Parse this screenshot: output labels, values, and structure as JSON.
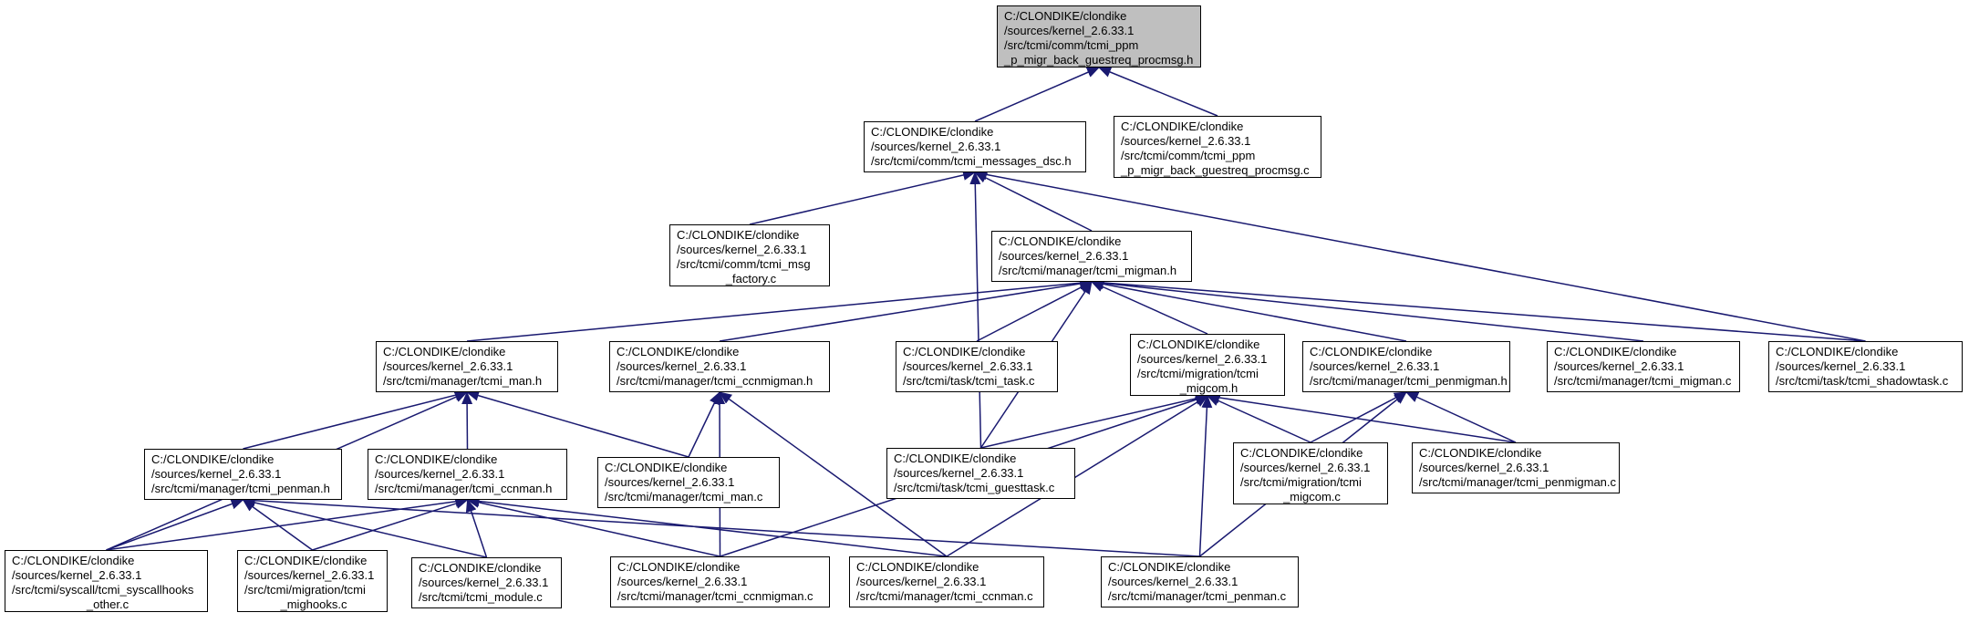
{
  "title": "",
  "colors": {
    "edge": "#191970",
    "root_fill": "#bfbfbf",
    "node_fill": "#ffffff",
    "border": "#000000"
  },
  "nodes": [
    {
      "id": "n0",
      "name": "node-tcmi-ppm-p-migr-back-guestreq-procmsg-h",
      "root": true,
      "lines": [
        "C:/CLONDIKE/clondike",
        "/sources/kernel_2.6.33.1",
        "/src/tcmi/comm/tcmi_ppm",
        "_p_migr_back_guestreq_procmsg.h"
      ]
    },
    {
      "id": "n1",
      "name": "node-tcmi-messages-dsc-h",
      "lines": [
        "C:/CLONDIKE/clondike",
        "/sources/kernel_2.6.33.1",
        "/src/tcmi/comm/tcmi_messages_dsc.h"
      ]
    },
    {
      "id": "n2",
      "name": "node-tcmi-ppm-p-migr-back-guestreq-procmsg-c",
      "lines": [
        "C:/CLONDIKE/clondike",
        "/sources/kernel_2.6.33.1",
        "/src/tcmi/comm/tcmi_ppm",
        "_p_migr_back_guestreq_procmsg.c"
      ]
    },
    {
      "id": "n3",
      "name": "node-tcmi-msg-factory-c",
      "lines": [
        "C:/CLONDIKE/clondike",
        "/sources/kernel_2.6.33.1",
        "/src/tcmi/comm/tcmi_msg",
        "_factory.c"
      ],
      "center_last": true
    },
    {
      "id": "n4",
      "name": "node-tcmi-migman-h",
      "lines": [
        "C:/CLONDIKE/clondike",
        "/sources/kernel_2.6.33.1",
        "/src/tcmi/manager/tcmi_migman.h"
      ]
    },
    {
      "id": "n5",
      "name": "node-tcmi-man-h",
      "lines": [
        "C:/CLONDIKE/clondike",
        "/sources/kernel_2.6.33.1",
        "/src/tcmi/manager/tcmi_man.h"
      ]
    },
    {
      "id": "n6",
      "name": "node-tcmi-ccnmigman-h",
      "lines": [
        "C:/CLONDIKE/clondike",
        "/sources/kernel_2.6.33.1",
        "/src/tcmi/manager/tcmi_ccnmigman.h"
      ]
    },
    {
      "id": "n7",
      "name": "node-tcmi-task-c",
      "lines": [
        "C:/CLONDIKE/clondike",
        "/sources/kernel_2.6.33.1",
        "/src/tcmi/task/tcmi_task.c"
      ]
    },
    {
      "id": "n8",
      "name": "node-tcmi-migcom-h",
      "lines": [
        "C:/CLONDIKE/clondike",
        "/sources/kernel_2.6.33.1",
        "/src/tcmi/migration/tcmi",
        "_migcom.h"
      ],
      "center_last": true
    },
    {
      "id": "n9",
      "name": "node-tcmi-penmigman-h",
      "lines": [
        "C:/CLONDIKE/clondike",
        "/sources/kernel_2.6.33.1",
        "/src/tcmi/manager/tcmi_penmigman.h"
      ]
    },
    {
      "id": "n10",
      "name": "node-tcmi-migman-c",
      "lines": [
        "C:/CLONDIKE/clondike",
        "/sources/kernel_2.6.33.1",
        "/src/tcmi/manager/tcmi_migman.c"
      ]
    },
    {
      "id": "n11",
      "name": "node-tcmi-shadowtask-c",
      "lines": [
        "C:/CLONDIKE/clondike",
        "/sources/kernel_2.6.33.1",
        "/src/tcmi/task/tcmi_shadowtask.c"
      ]
    },
    {
      "id": "n12",
      "name": "node-tcmi-penman-h",
      "lines": [
        "C:/CLONDIKE/clondike",
        "/sources/kernel_2.6.33.1",
        "/src/tcmi/manager/tcmi_penman.h"
      ]
    },
    {
      "id": "n13",
      "name": "node-tcmi-ccnman-h",
      "lines": [
        "C:/CLONDIKE/clondike",
        "/sources/kernel_2.6.33.1",
        "/src/tcmi/manager/tcmi_ccnman.h"
      ]
    },
    {
      "id": "n14",
      "name": "node-tcmi-man-c",
      "lines": [
        "C:/CLONDIKE/clondike",
        "/sources/kernel_2.6.33.1",
        "/src/tcmi/manager/tcmi_man.c"
      ]
    },
    {
      "id": "n15",
      "name": "node-tcmi-guesttask-c",
      "lines": [
        "C:/CLONDIKE/clondike",
        "/sources/kernel_2.6.33.1",
        "/src/tcmi/task/tcmi_guesttask.c"
      ]
    },
    {
      "id": "n16",
      "name": "node-tcmi-migcom-c",
      "lines": [
        "C:/CLONDIKE/clondike",
        "/sources/kernel_2.6.33.1",
        "/src/tcmi/migration/tcmi",
        "_migcom.c"
      ],
      "center_last": true
    },
    {
      "id": "n17",
      "name": "node-tcmi-penmigman-c",
      "lines": [
        "C:/CLONDIKE/clondike",
        "/sources/kernel_2.6.33.1",
        "/src/tcmi/manager/tcmi_penmigman.c"
      ]
    },
    {
      "id": "n18",
      "name": "node-tcmi-syscallhooks-other-c",
      "lines": [
        "C:/CLONDIKE/clondike",
        "/sources/kernel_2.6.33.1",
        "/src/tcmi/syscall/tcmi_syscallhooks",
        "_other.c"
      ],
      "center_last": true
    },
    {
      "id": "n19",
      "name": "node-tcmi-mighooks-c",
      "lines": [
        "C:/CLONDIKE/clondike",
        "/sources/kernel_2.6.33.1",
        "/src/tcmi/migration/tcmi",
        "_mighooks.c"
      ],
      "center_last": true
    },
    {
      "id": "n20",
      "name": "node-tcmi-module-c",
      "lines": [
        "C:/CLONDIKE/clondike",
        "/sources/kernel_2.6.33.1",
        "/src/tcmi/tcmi_module.c"
      ]
    },
    {
      "id": "n21",
      "name": "node-tcmi-ccnmigman-c",
      "lines": [
        "C:/CLONDIKE/clondike",
        "/sources/kernel_2.6.33.1",
        "/src/tcmi/manager/tcmi_ccnmigman.c"
      ]
    },
    {
      "id": "n22",
      "name": "node-tcmi-ccnman-c",
      "lines": [
        "C:/CLONDIKE/clondike",
        "/sources/kernel_2.6.33.1",
        "/src/tcmi/manager/tcmi_ccnman.c"
      ]
    },
    {
      "id": "n23",
      "name": "node-tcmi-penman-c",
      "lines": [
        "C:/CLONDIKE/clondike",
        "/sources/kernel_2.6.33.1",
        "/src/tcmi/manager/tcmi_penman.c"
      ]
    }
  ],
  "edges": [
    [
      "n1",
      "n0"
    ],
    [
      "n2",
      "n0"
    ],
    [
      "n3",
      "n1"
    ],
    [
      "n4",
      "n1"
    ],
    [
      "n15",
      "n1"
    ],
    [
      "n11",
      "n1"
    ],
    [
      "n5",
      "n4"
    ],
    [
      "n6",
      "n4"
    ],
    [
      "n7",
      "n4"
    ],
    [
      "n8",
      "n4"
    ],
    [
      "n9",
      "n4"
    ],
    [
      "n10",
      "n4"
    ],
    [
      "n11",
      "n4"
    ],
    [
      "n15",
      "n4"
    ],
    [
      "n12",
      "n5"
    ],
    [
      "n13",
      "n5"
    ],
    [
      "n14",
      "n5"
    ],
    [
      "n18",
      "n5"
    ],
    [
      "n14",
      "n6"
    ],
    [
      "n21",
      "n6"
    ],
    [
      "n22",
      "n6"
    ],
    [
      "n15",
      "n8"
    ],
    [
      "n16",
      "n8"
    ],
    [
      "n17",
      "n8"
    ],
    [
      "n21",
      "n8"
    ],
    [
      "n22",
      "n8"
    ],
    [
      "n23",
      "n8"
    ],
    [
      "n16",
      "n9"
    ],
    [
      "n17",
      "n9"
    ],
    [
      "n23",
      "n9"
    ],
    [
      "n18",
      "n12"
    ],
    [
      "n19",
      "n12"
    ],
    [
      "n20",
      "n12"
    ],
    [
      "n23",
      "n12"
    ],
    [
      "n18",
      "n13"
    ],
    [
      "n19",
      "n13"
    ],
    [
      "n20",
      "n13"
    ],
    [
      "n21",
      "n13"
    ],
    [
      "n22",
      "n13"
    ]
  ]
}
